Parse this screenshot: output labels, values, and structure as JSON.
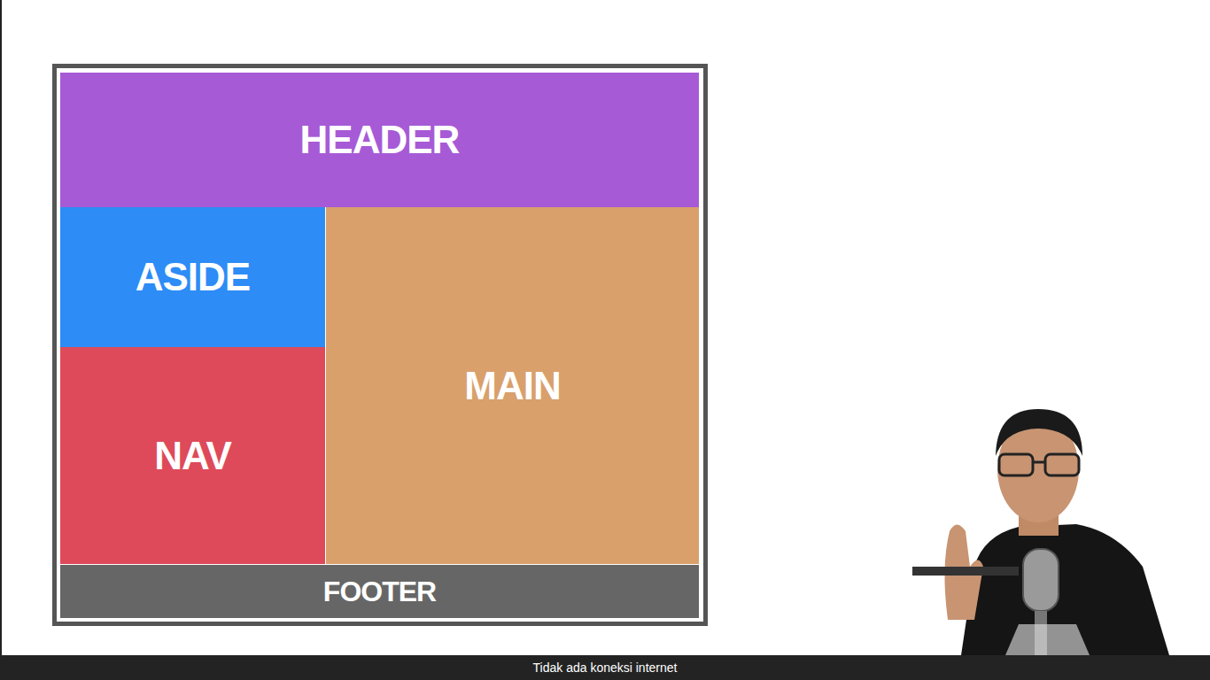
{
  "diagram": {
    "nodes": [
      {
        "text": [
          "HEADER"
        ]
      },
      {
        "text": [
          "ASIDE"
        ]
      },
      {
        "text": [
          "MAIN"
        ]
      },
      {
        "text": [
          "NAV"
        ]
      },
      {
        "text": [
          "FOOTER"
        ]
      },
      {
        "text": [
          "Tidak ada koneksi internet"
        ]
      }
    ]
  }
}
